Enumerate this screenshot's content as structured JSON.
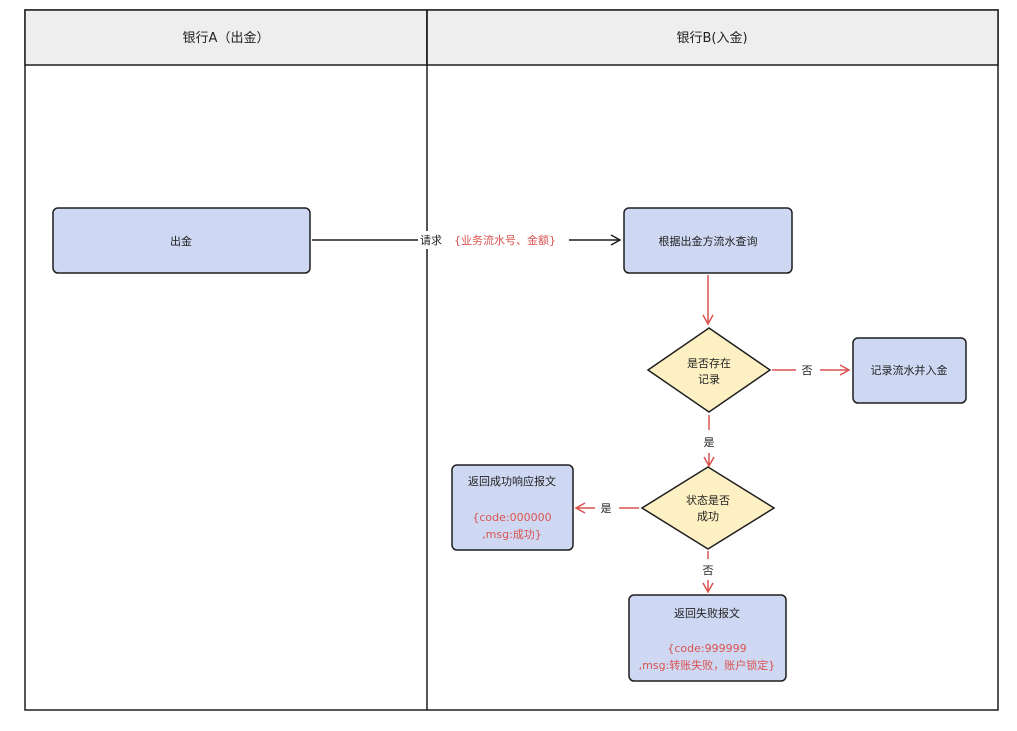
{
  "colors": {
    "box_fill": "#cfd8f3",
    "diamond_fill": "#fdf1c4",
    "header_fill": "#eeeeee",
    "red": "#d9534f",
    "stroke": "#1f1f1f"
  },
  "lanes": {
    "left_title": "银行A（出金）",
    "right_title": "银行B(入金)"
  },
  "nodes": {
    "withdraw": "出金",
    "query": "根据出金方流水查询",
    "exists": [
      "是否存在",
      "记录"
    ],
    "record": "记录流水并入金",
    "status": [
      "状态是否",
      "成功"
    ],
    "success": {
      "title": "返回成功响应报文",
      "detail": [
        "{code:000000",
        ",msg:成功}"
      ]
    },
    "fail": {
      "title": "返回失败报文",
      "detail": [
        "{code:999999",
        ",msg:转账失败，账户锁定}"
      ]
    }
  },
  "edges": {
    "request_label": "请求",
    "request_params": "{业务流水号、金额}",
    "exists_no": "否",
    "exists_yes": "是",
    "status_yes": "是",
    "status_no": "否"
  }
}
